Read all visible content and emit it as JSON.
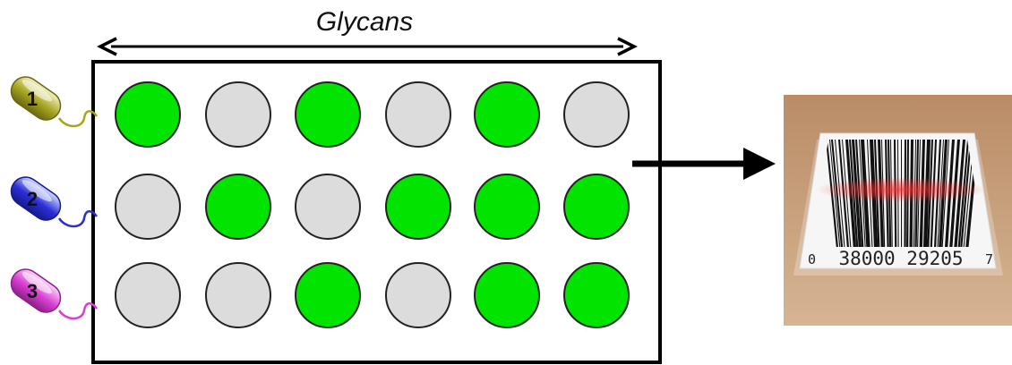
{
  "header": {
    "title": "Glycans"
  },
  "bacteria": [
    {
      "label": "1",
      "color_main": "#a7a520",
      "color_light": "#f3f1c4",
      "color_dark": "#6a6812"
    },
    {
      "label": "2",
      "color_main": "#2b2fd6",
      "color_light": "#d2dcff",
      "color_dark": "#161a8c"
    },
    {
      "label": "3",
      "color_main": "#d93fd4",
      "color_light": "#fbd6f7",
      "color_dark": "#8e1f89"
    }
  ],
  "grid": {
    "rows": [
      [
        true,
        false,
        true,
        false,
        true,
        false
      ],
      [
        false,
        true,
        false,
        true,
        true,
        true
      ],
      [
        false,
        false,
        true,
        false,
        true,
        true
      ]
    ],
    "colors": {
      "bound": "#00e400",
      "unbound": "#dcdcdc",
      "outline": "#222222"
    }
  },
  "barcode": {
    "left_digit": "0",
    "digits": "38000 29205",
    "right_digit": "7",
    "scan_color": "#ff2a2a"
  }
}
